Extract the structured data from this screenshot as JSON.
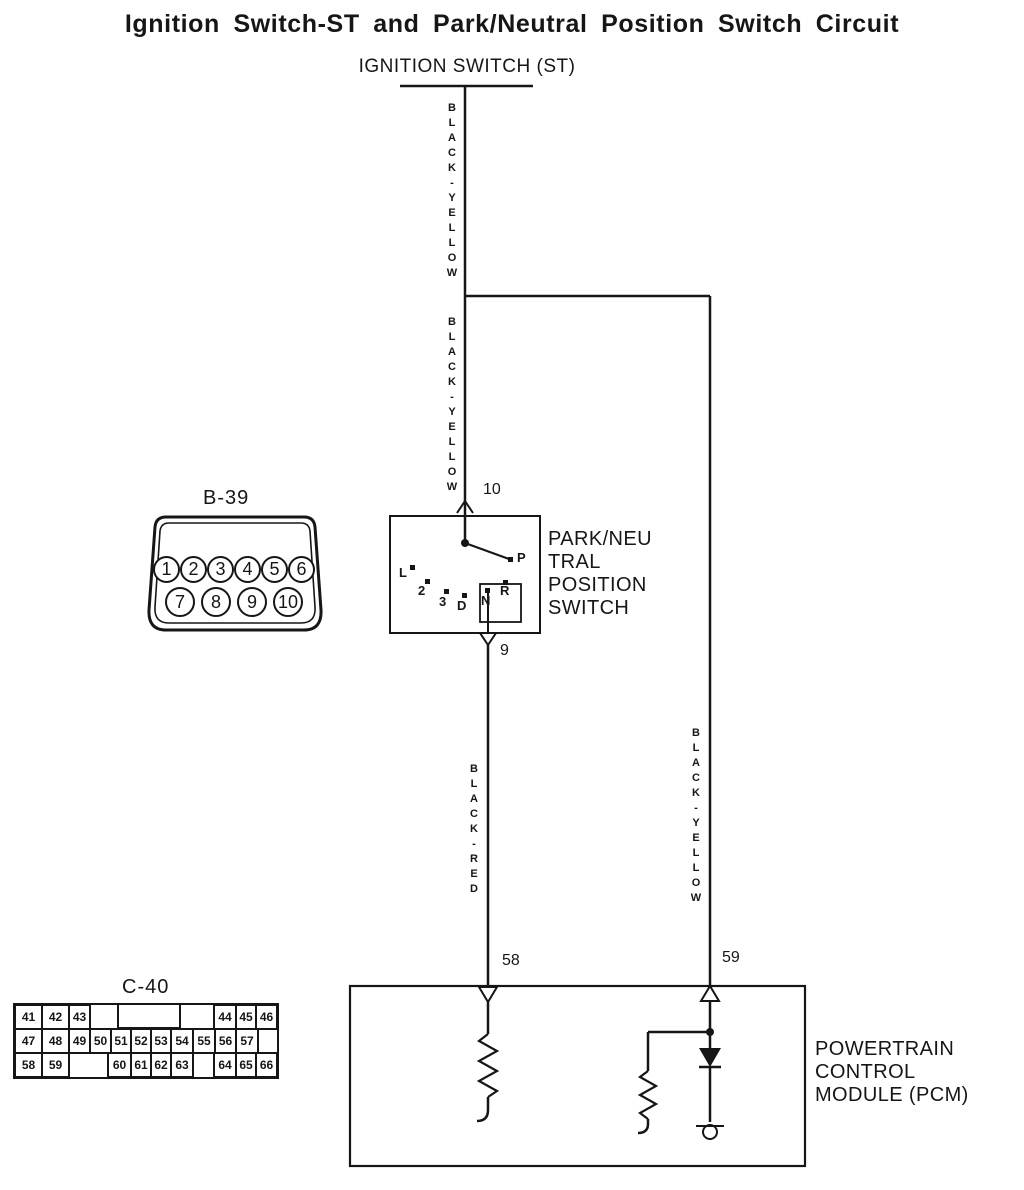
{
  "title": "Ignition Switch-ST and Park/Neutral Position Switch Circuit",
  "ignition_switch_label": "IGNITION SWITCH (ST)",
  "wire_labels": {
    "upper": "BLACK-YELLOW",
    "middle": "BLACK-YELLOW",
    "left_lower": "BLACK-RED",
    "right": "BLACK-YELLOW"
  },
  "pnp_switch": {
    "pin_top": "10",
    "pin_bottom": "9",
    "name_lines": [
      "PARK/NEU",
      "TRAL",
      "POSITION",
      "SWITCH"
    ],
    "positions": [
      "L",
      "2",
      "3",
      "D",
      "N",
      "R",
      "P"
    ]
  },
  "pcm": {
    "pin_left": "58",
    "pin_right": "59",
    "name_lines": [
      "POWERTRAIN",
      "CONTROL",
      "MODULE (PCM)"
    ]
  },
  "connector_b39": {
    "label": "B-39",
    "row1": [
      "1",
      "2",
      "3",
      "4",
      "5",
      "6"
    ],
    "row2": [
      "7",
      "8",
      "9",
      "10"
    ]
  },
  "connector_c40": {
    "label": "C-40",
    "row1": [
      "41",
      "42",
      "43",
      "44",
      "45",
      "46"
    ],
    "row2": [
      "47",
      "48",
      "49",
      "50",
      "51",
      "52",
      "53",
      "54",
      "55",
      "56",
      "57"
    ],
    "row3": [
      "58",
      "59",
      "60",
      "61",
      "62",
      "63",
      "64",
      "65",
      "66"
    ]
  }
}
